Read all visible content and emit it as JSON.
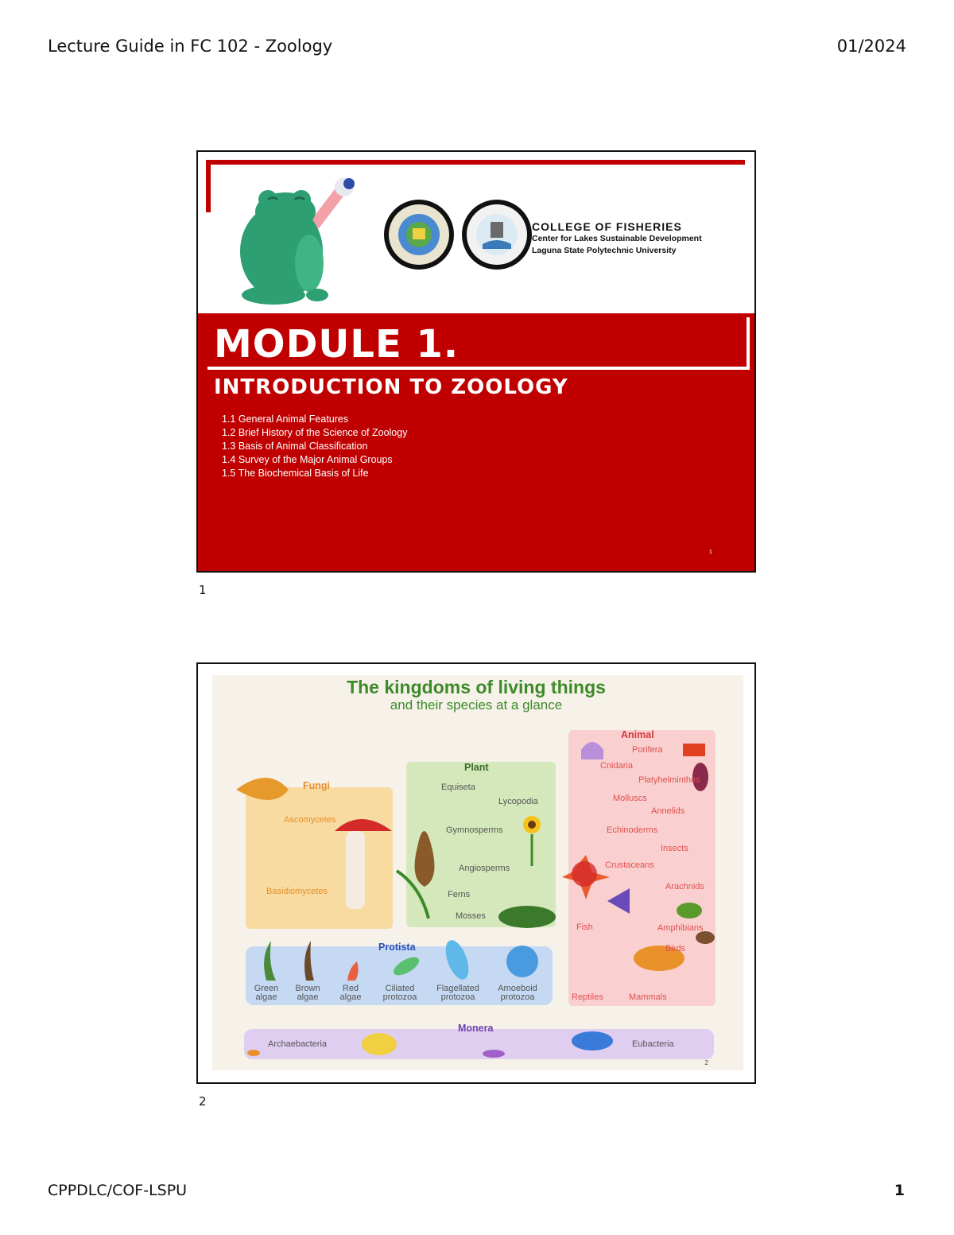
{
  "header": {
    "title": "Lecture Guide in FC 102 - Zoology",
    "date": "01/2024"
  },
  "footer": {
    "left": "CPPDLC/COF-LSPU",
    "page": "1"
  },
  "slide1": {
    "number": "1",
    "college": "COLLEGE OF FISHERIES",
    "center": "Center for Lakes Sustainable Development",
    "university": "Laguna State Polytechnic University",
    "module": "MODULE 1.",
    "subtitle": "INTRODUCTION TO ZOOLOGY",
    "topics": [
      "1.1 General Animal Features",
      "1.2 Brief History of the Science of Zoology",
      "1.3 Basis of Animal Classification",
      "1.4 Survey of the Major Animal Groups",
      "1.5 The Biochemical Basis of Life"
    ],
    "page_number": "1"
  },
  "slide2": {
    "number": "2",
    "title": "The kingdoms of living things",
    "subtitle": "and their species at a glance",
    "fungi": {
      "name": "Fungi",
      "items": [
        "Ascomycetes",
        "Basidiomycetes"
      ]
    },
    "plant": {
      "name": "Plant",
      "items": [
        "Equiseta",
        "Lycopodia",
        "Gymnosperms",
        "Angiosperms",
        "Ferns",
        "Mosses"
      ]
    },
    "animal": {
      "name": "Animal",
      "items": [
        "Porifera",
        "Cnidaria",
        "Platyhelminthes",
        "Molluscs",
        "Annelids",
        "Echinoderms",
        "Insects",
        "Crustaceans",
        "Arachnids",
        "Fish",
        "Amphibians",
        "Birds",
        "Reptiles",
        "Mammals"
      ]
    },
    "protista": {
      "name": "Protista",
      "items": [
        "Green algae",
        "Brown algae",
        "Red algae",
        "Ciliated protozoa",
        "Flagellated protozoa",
        "Amoeboid protozoa"
      ]
    },
    "monera": {
      "name": "Monera",
      "items": [
        "Archaebacteria",
        "Eubacteria"
      ]
    },
    "page_number": "2"
  },
  "colors": {
    "red": "#c00000",
    "green_title": "#3d8a2a",
    "fungi_bg": "#f8d58f",
    "plant_bg": "#cfe6b3",
    "animal_bg": "#f9caca",
    "protista_bg": "#bcd5f5",
    "monera_bg": "#dcc8f2"
  }
}
